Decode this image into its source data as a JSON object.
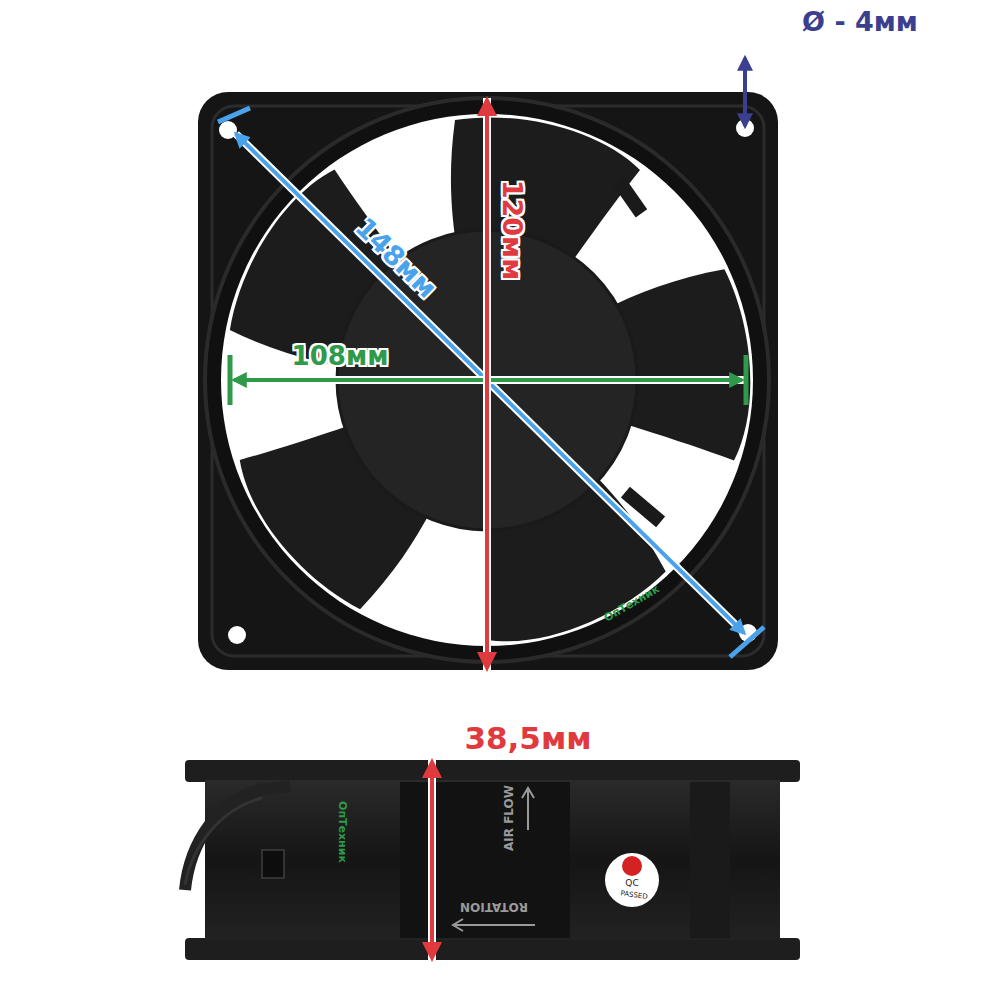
{
  "diagram": {
    "labels": [
      "Ø - 4мм",
      "148мм",
      "120мм",
      "108мм",
      "ОпТехник",
      "38,5мм",
      "ОпТехник",
      "AIR FLOW",
      "ROTATION",
      "QC",
      "PASSED"
    ]
  }
}
